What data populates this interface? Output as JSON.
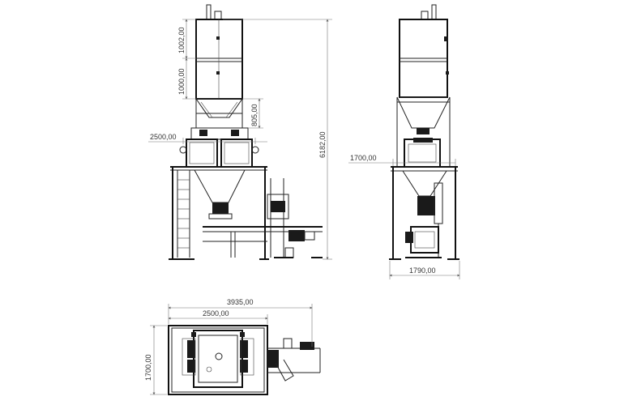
{
  "dimensions": {
    "front_upper_section": "1002,00",
    "front_lower_section": "1000,00",
    "front_hopper_height": "805,00",
    "front_total_height": "6182,00",
    "front_width": "2500,00",
    "side_width": "1700,00",
    "side_base_width": "1790,00",
    "top_overall_length": "3935,00",
    "top_frame_length": "2500,00",
    "top_depth": "1700,00"
  },
  "colors": {
    "line": "#222222",
    "dimension": "#777777",
    "background": "#ffffff"
  }
}
